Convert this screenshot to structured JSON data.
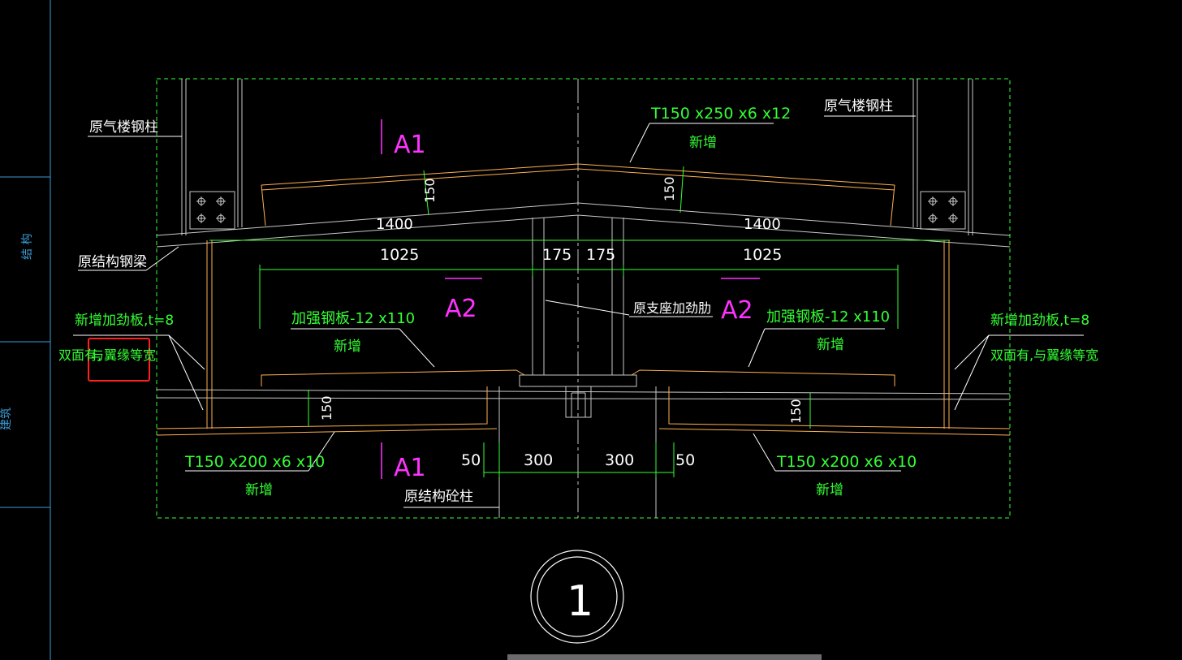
{
  "sidebar": {
    "label_top": "结 构",
    "label_bottom": "建筑"
  },
  "drawing": {
    "section_marks": [
      "A1",
      "A1",
      "A2",
      "A2"
    ],
    "detail_number": "1",
    "labels": {
      "orig_steel_column_left": "原气楼钢柱",
      "orig_steel_column_right": "原气楼钢柱",
      "new_t_top": "T150 x250 x6 x12",
      "new_t_top_sub": "新增",
      "orig_steel_beam": "原结构钢梁",
      "new_stiffener_left_1": "新增加劲板,t=8",
      "new_stiffener_left_2a": "双面有,",
      "new_stiffener_left_2b": "与翼缘等宽",
      "new_stiffener_right_1": "新增加劲板,t=8",
      "new_stiffener_right_2": "双面有,与翼缘等宽",
      "reinf_plate_left": "加强钢板-12 x110",
      "reinf_plate_left_sub": "新增",
      "reinf_plate_right": "加强钢板-12 x110",
      "reinf_plate_right_sub": "新增",
      "orig_support_stiffener": "原支座加劲肋",
      "new_t_bottom_left": "T150 x200 x6 x10",
      "new_t_bottom_left_sub": "新增",
      "new_t_bottom_right": "T150 x200 x6 x10",
      "new_t_bottom_right_sub": "新增",
      "orig_concrete_column": "原结构砼柱"
    },
    "dimensions": {
      "d1400_left": "1400",
      "d1400_right": "1400",
      "d150_top_left": "150",
      "d150_top_right": "150",
      "d1025_left": "1025",
      "d175_left": "175",
      "d175_right": "175",
      "d1025_right": "1025",
      "d150_bot_left": "150",
      "d150_bot_right": "150",
      "d50_left": "50",
      "d300_left": "300",
      "d300_right": "300",
      "d50_right": "50"
    },
    "colors": {
      "background": "#000000",
      "text_green": "#33ff33",
      "text_white": "#ffffff",
      "magenta": "#ff33ff",
      "orange": "#ffb050",
      "highlight_box": "#ff2020",
      "sidebar": "#3a9bd5"
    }
  }
}
